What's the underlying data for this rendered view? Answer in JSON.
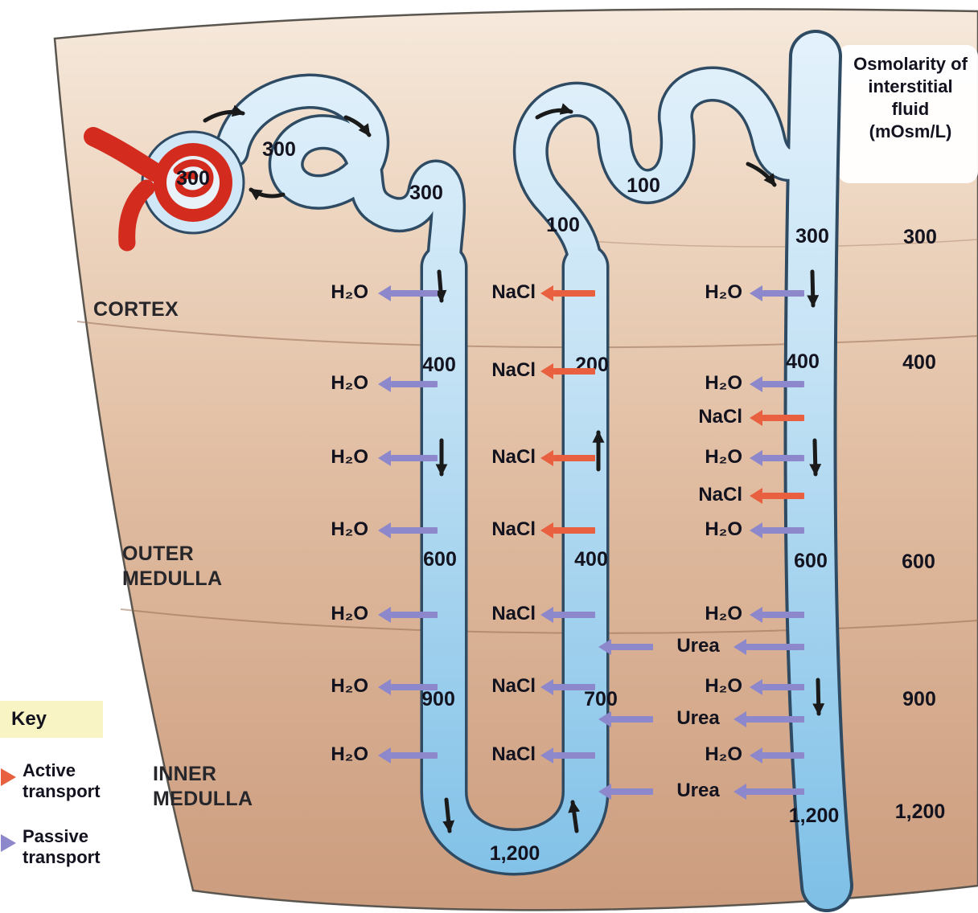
{
  "scale": {
    "header_lines": [
      "Osmolarity of",
      "interstitial",
      "fluid",
      "(mOsm/L)"
    ],
    "values": [
      "300",
      "400",
      "600",
      "900",
      "1,200"
    ]
  },
  "regions": {
    "cortex": "CORTEX",
    "outer": [
      "OUTER",
      "MEDULLA"
    ],
    "inner": [
      "INNER",
      "MEDULLA"
    ]
  },
  "key": {
    "title": "Key",
    "active": [
      "Active",
      "transport"
    ],
    "passive": [
      "Passive",
      "transport"
    ]
  },
  "substances": {
    "h2o": "H₂O",
    "nacl": "NaCl",
    "urea": "Urea"
  },
  "tubule_values": {
    "glomerulus": "300",
    "proximal_1": "300",
    "proximal_2": "300",
    "descending_400": "400",
    "descending_600": "600",
    "descending_900": "900",
    "loop_bottom": "1,200",
    "ascending_100": "100",
    "distal_100": "100",
    "ascending_200": "200",
    "ascending_400": "400",
    "ascending_700": "700",
    "duct_300": "300",
    "duct_400": "400",
    "duct_600": "600",
    "duct_1200": "1,200"
  },
  "colors": {
    "active_transport": "#e8603f",
    "passive_transport": "#8d87cb",
    "tubule_fluid": "#a9d6f0",
    "tissue": "#ddb294",
    "glomerulus": "#d42b1f"
  }
}
